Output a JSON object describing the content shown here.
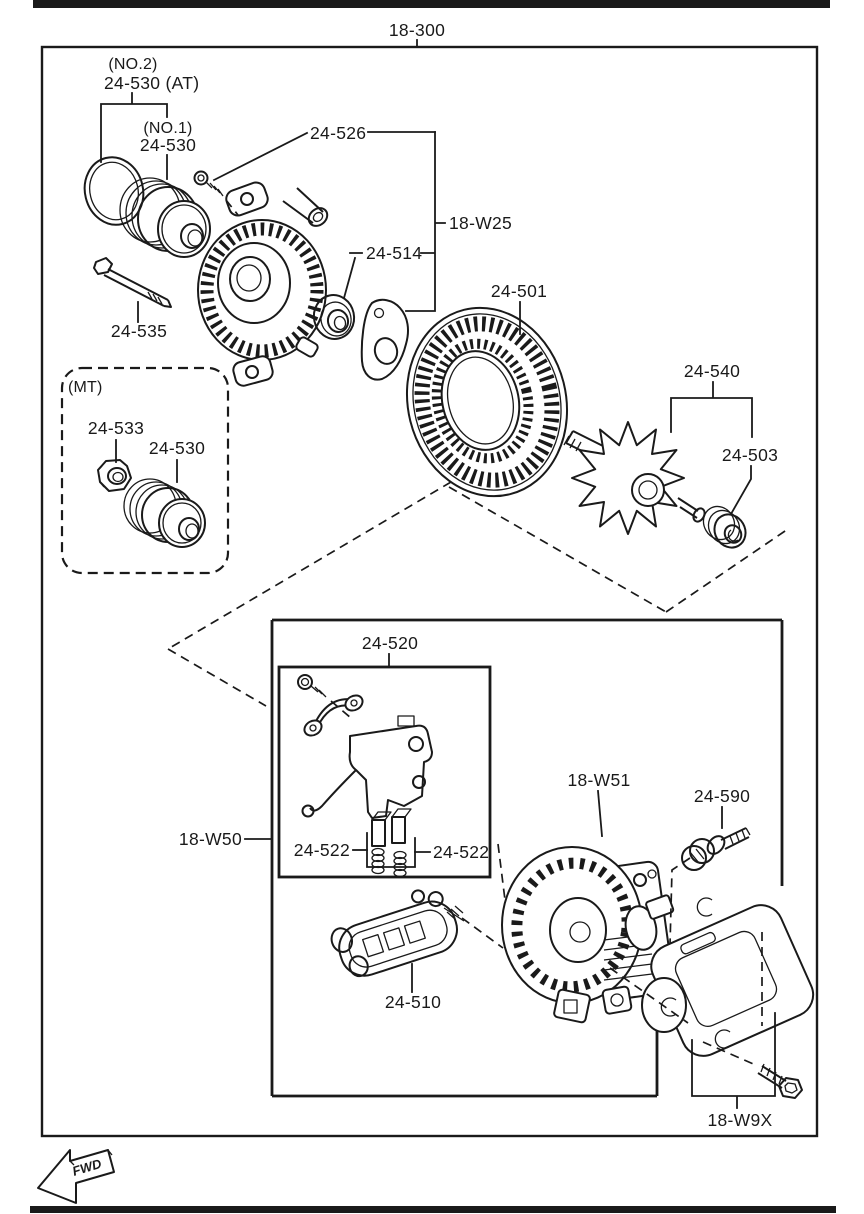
{
  "figure": {
    "assembly_no": "18-300",
    "fwd_marker": "FWD"
  },
  "callouts": {
    "no2_tag": "(NO.2)",
    "no2_part": "24-530 (AT)",
    "no1_tag": "(NO.1)",
    "no1_part": "24-530",
    "front_screw": "24-526",
    "front_kit": "18-W25",
    "front_bearing": "24-514",
    "through_bolt": "24-535",
    "stator": "24-501",
    "rotor": "24-540",
    "rear_bearing": "24-503",
    "mt_tag": "(MT)",
    "mt_nut": "24-533",
    "mt_pulley": "24-530",
    "brush_holder": "24-520",
    "internal_kit": "18-W50",
    "brush_left": "24-522",
    "brush_right": "24-522",
    "rectifier": "24-510",
    "rear_housing_kit": "18-W51",
    "terminal_bolt": "24-590",
    "rear_cover_kit": "18-W9X"
  },
  "colors": {
    "line": "#1a1a1a",
    "background": "#ffffff"
  }
}
